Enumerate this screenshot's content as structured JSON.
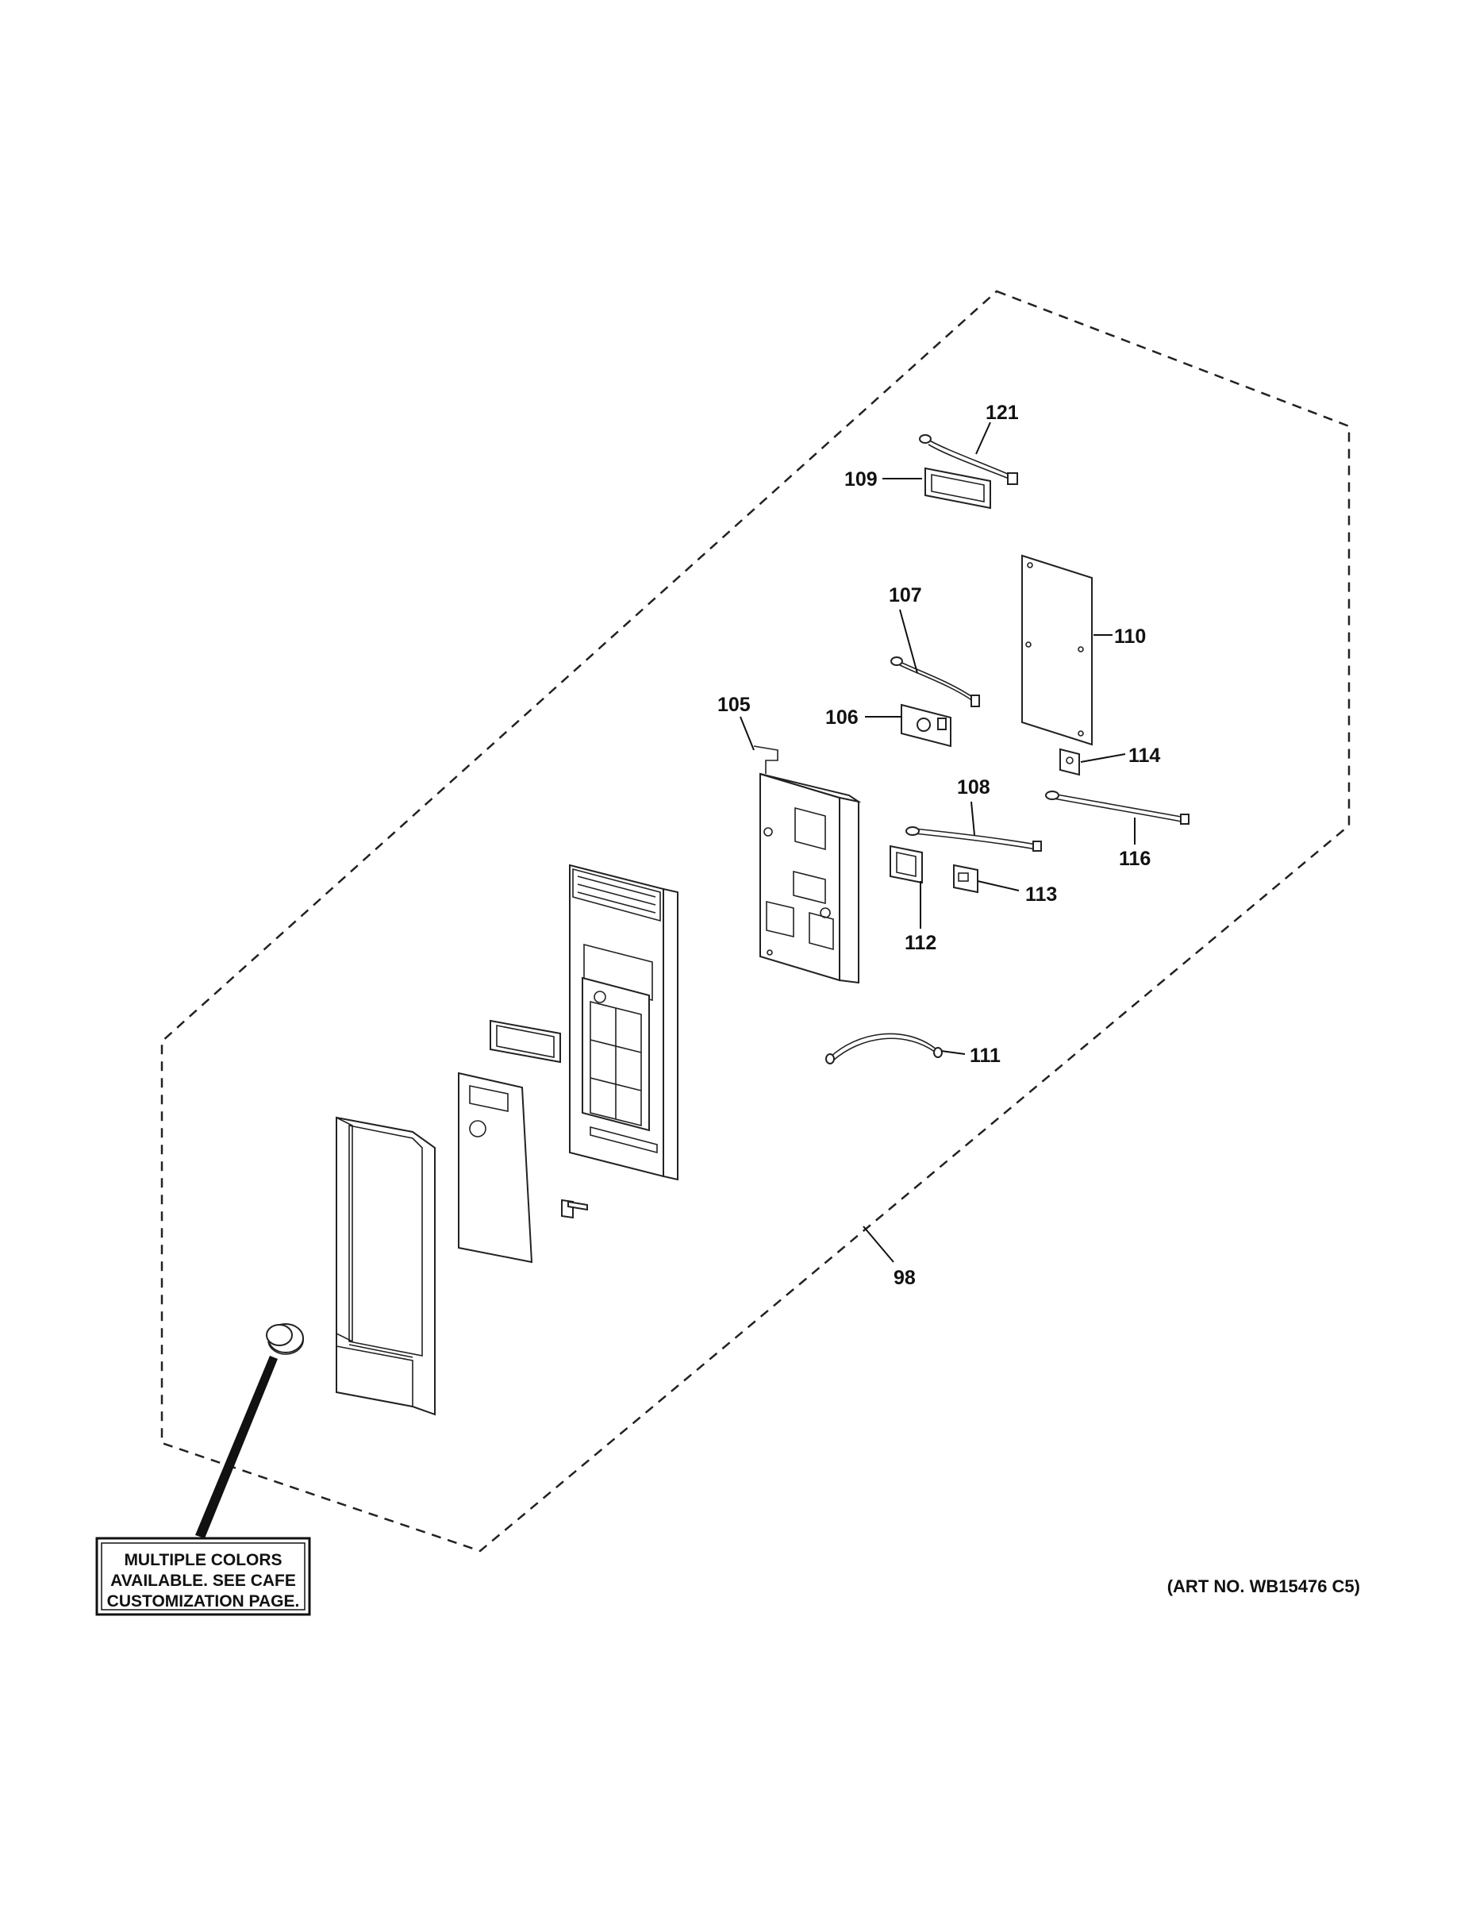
{
  "labels": {
    "p121": "121",
    "p109": "109",
    "p107": "107",
    "p110": "110",
    "p105": "105",
    "p106": "106",
    "p114": "114",
    "p108": "108",
    "p116": "116",
    "p113": "113",
    "p112": "112",
    "p111": "111",
    "p98": "98"
  },
  "note": {
    "line1": "MULTIPLE COLORS",
    "line2": "AVAILABLE. SEE CAFE",
    "line3": "CUSTOMIZATION PAGE."
  },
  "art_number": "(ART NO. WB15476 C5)"
}
